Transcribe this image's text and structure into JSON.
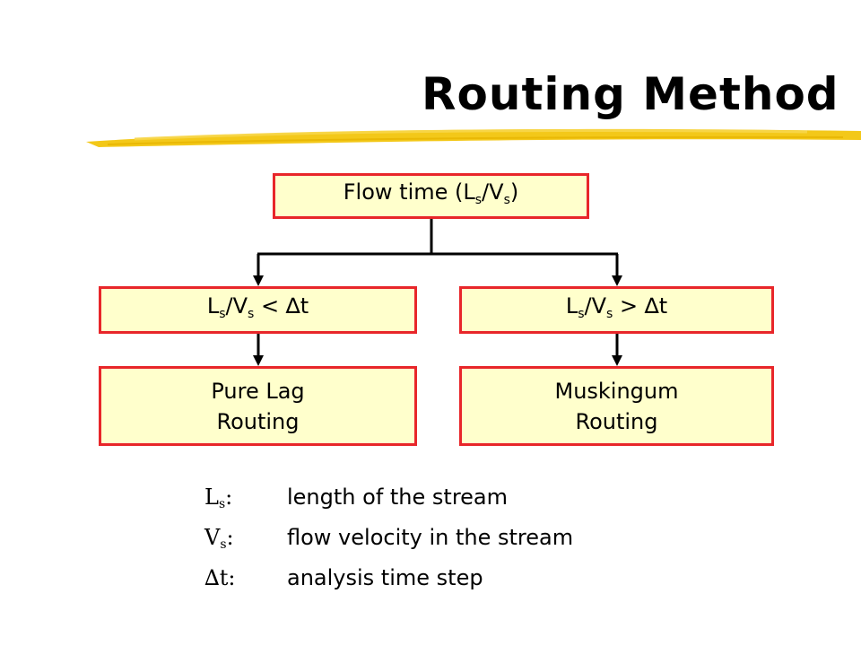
{
  "slide": {
    "title": "Routing Method",
    "accent_color": "#f2c200",
    "box_border_color": "#e8262a",
    "box_fill_color": "#ffffcc"
  },
  "diagram": {
    "root": {
      "prefix": "Flow time (L",
      "sub1": "s",
      "mid": "/V",
      "sub2": "s",
      "suffix": ")"
    },
    "left_condition": {
      "prefix": "L",
      "sub1": "s",
      "mid": "/V",
      "sub2": "s",
      "suffix": " < ∆t"
    },
    "right_condition": {
      "prefix": "L",
      "sub1": "s",
      "mid": "/V",
      "sub2": "s",
      "suffix": " > ∆t"
    },
    "left_method": {
      "line1": "Pure Lag",
      "line2": "Routing"
    },
    "right_method": {
      "line1": "Muskingum",
      "line2": "Routing"
    }
  },
  "legend": [
    {
      "symbol": "L",
      "sub": "s",
      "colon": ":",
      "text": "length of the stream"
    },
    {
      "symbol": "V",
      "sub": "s",
      "colon": ":",
      "text": "flow velocity in the stream"
    },
    {
      "symbol": "∆t",
      "sub": "",
      "colon": ":",
      "text": "analysis time step"
    }
  ]
}
